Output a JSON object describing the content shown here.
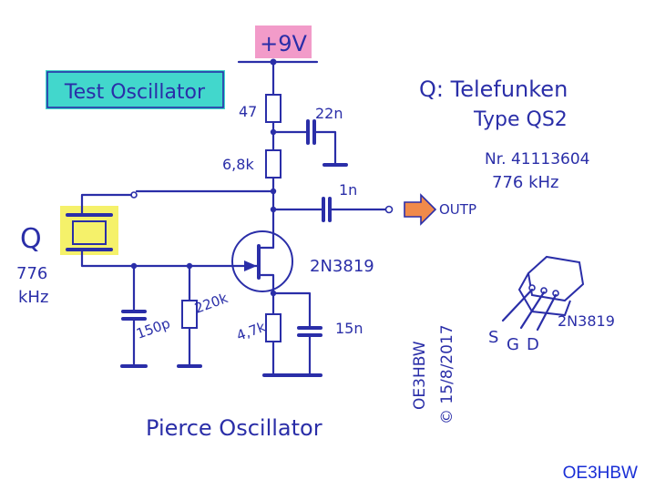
{
  "supply": {
    "label": "+9V",
    "highlight_color": "#f08ac0"
  },
  "title_box": {
    "label": "Test Oscillator",
    "highlight_color": "#2ed3c6"
  },
  "crystal": {
    "ref": "Q",
    "freq_value": "776",
    "freq_unit": "kHz",
    "highlight_color": "#f4f05a"
  },
  "resistors": {
    "r1": "47",
    "r2": "6,8k",
    "r3": "220k",
    "r4": "4,7k"
  },
  "capacitors": {
    "c1": "22n",
    "c2": "1n",
    "c3": "150p",
    "c4": "15n"
  },
  "transistor": {
    "part": "2N3819",
    "pins": [
      "S",
      "G",
      "D"
    ],
    "part_label": "2N3819"
  },
  "output": {
    "label": "OUTP",
    "arrow_color": "#f08a4a"
  },
  "notes": {
    "q_line1": "Q: Telefunken",
    "q_line2": "Type QS2",
    "q_line3": "Nr. 41113604",
    "q_line4": "776 kHz"
  },
  "signature": {
    "call": "OE3HBW",
    "date": "© 15/8/2017"
  },
  "footer_title": "Pierce Oscillator",
  "watermark": {
    "text": "OE3HBW",
    "color": "#1a2fd6"
  },
  "colors": {
    "ink": "#2a2ea8"
  }
}
